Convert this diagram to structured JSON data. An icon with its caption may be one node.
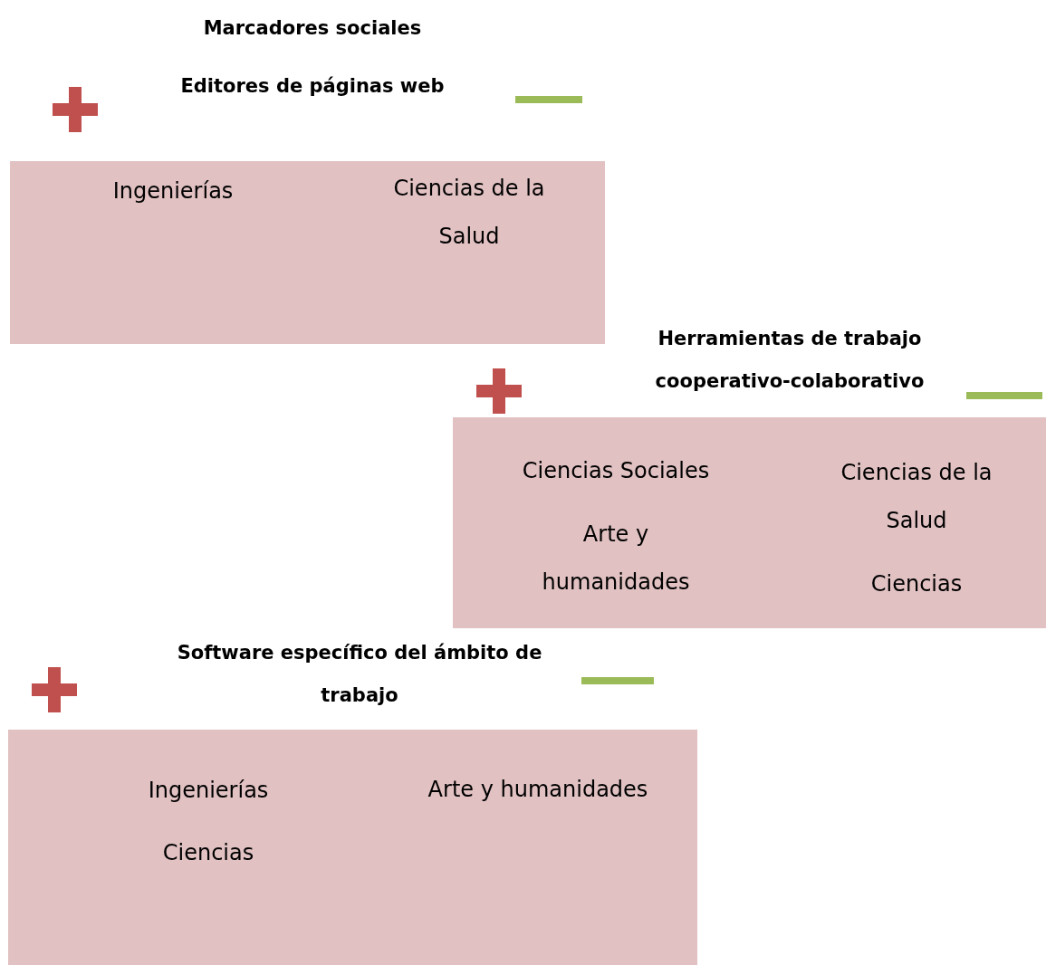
{
  "diagram": {
    "nodes": [
      {
        "text": [
          "Editores de páginas web",
          "Ingenierías",
          "Ciencias de la Salud"
        ]
      },
      {
        "text": [
          "Herramientas de trabajo cooperativo-colaborativo",
          "Ciencias Sociales",
          "Arte y humanidades",
          "Ciencias de la Salud",
          "Ciencias"
        ]
      },
      {
        "text": [
          "Software específico del ámbito de trabajo",
          "Ingenierías",
          "Ciencias",
          "Arte y humanidades"
        ]
      }
    ],
    "labels": [
      "Marcadores sociales"
    ]
  }
}
